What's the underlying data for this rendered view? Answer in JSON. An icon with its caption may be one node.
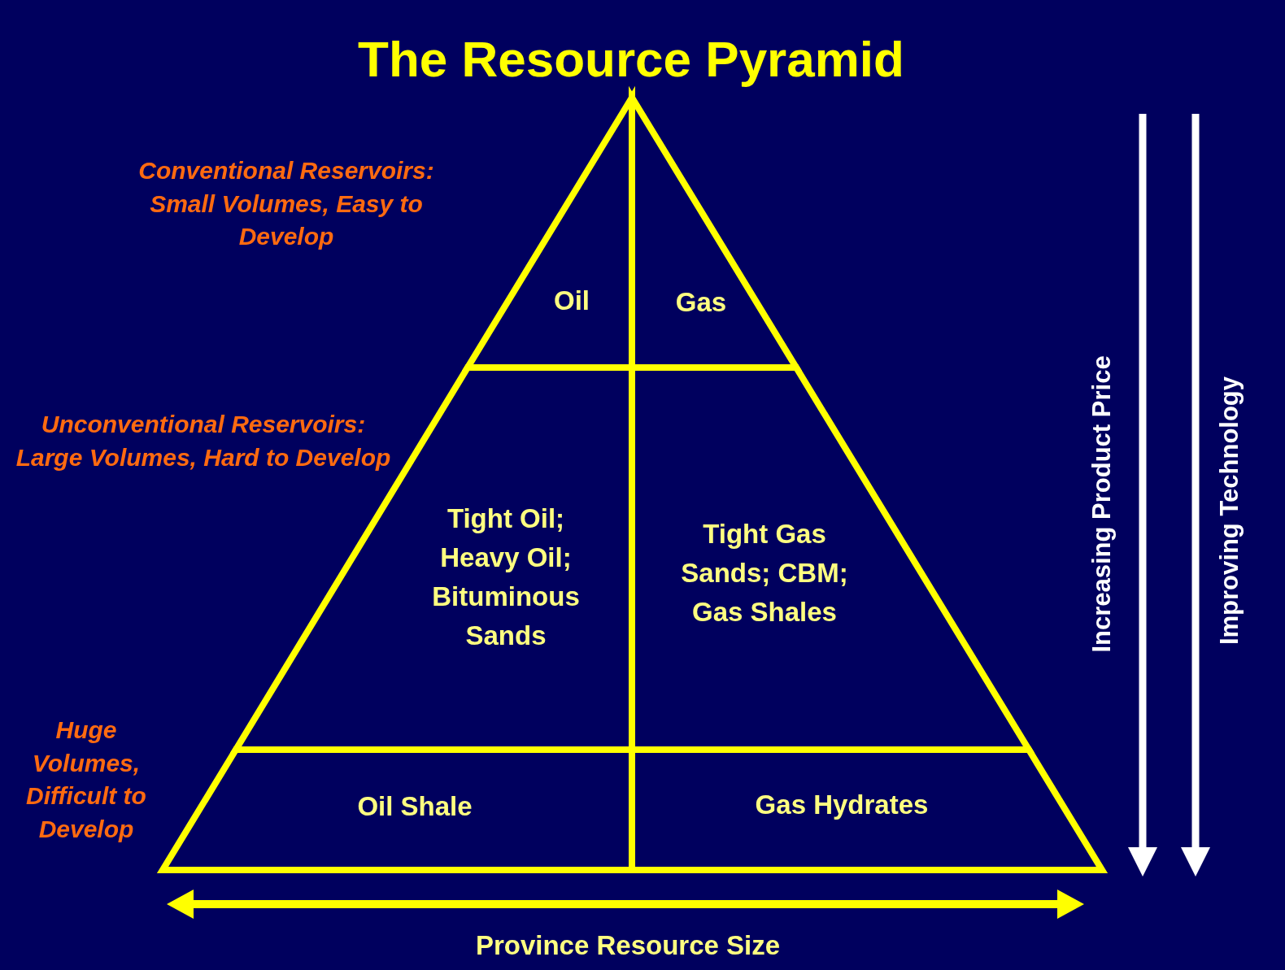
{
  "diagram": {
    "title": "The Resource Pyramid",
    "nodes": [
      {
        "text": [
          "Oil"
        ]
      },
      {
        "text": [
          "Gas"
        ]
      },
      {
        "text": [
          "Tight Oil; Heavy Oil; Bituminous Sands"
        ]
      },
      {
        "text": [
          "Tight Gas Sands; CBM; Gas Shales"
        ]
      },
      {
        "text": [
          "Oil Shale"
        ]
      },
      {
        "text": [
          "Gas Hydrates"
        ]
      }
    ],
    "edges": [],
    "labels": [
      "Conventional Reservoirs: Small Volumes, Easy to Develop",
      "Unconventional Reservoirs: Large Volumes, Hard to Develop",
      "Huge Volumes, Difficult to Develop",
      "Increasing Product Price",
      "Improving Technology",
      "Province Resource Size"
    ]
  }
}
